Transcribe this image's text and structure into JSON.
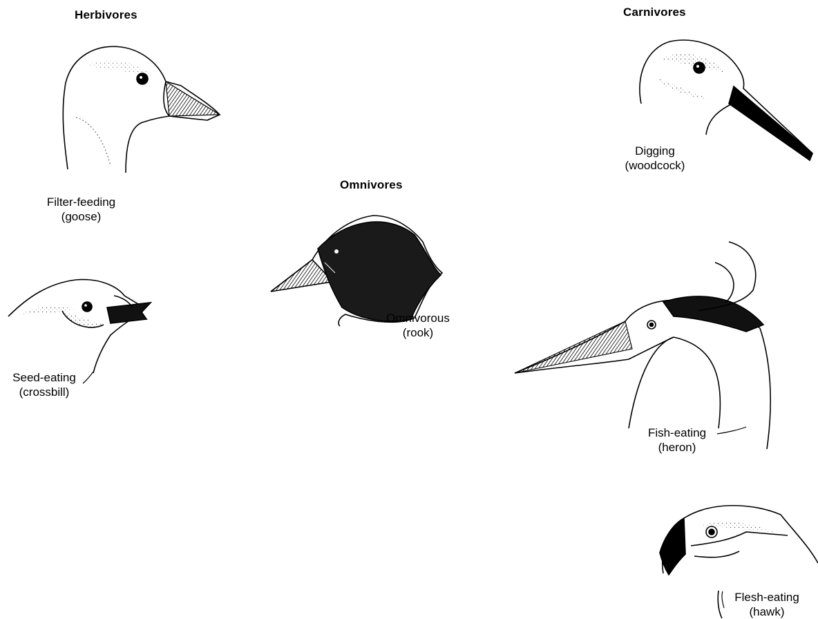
{
  "headings": {
    "herbivores": "Herbivores",
    "omnivores": "Omnivores",
    "carnivores": "Carnivores"
  },
  "birds": {
    "goose": {
      "type": "Filter-feeding",
      "name": "(goose)"
    },
    "crossbill": {
      "type": "Seed-eating",
      "name": "(crossbill)"
    },
    "rook": {
      "type": "Omnivorous",
      "name": "(rook)"
    },
    "woodcock": {
      "type": "Digging",
      "name": "(woodcock)"
    },
    "heron": {
      "type": "Fish-eating",
      "name": "(heron)"
    },
    "hawk": {
      "type": "Flesh-eating",
      "name": "(hawk)"
    }
  },
  "colors": {
    "ink": "#000000",
    "paper": "#ffffff",
    "stipple": "#555555"
  }
}
